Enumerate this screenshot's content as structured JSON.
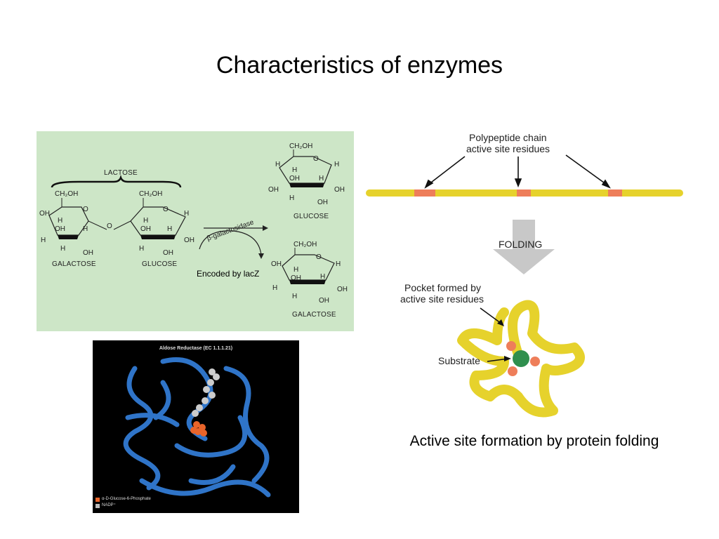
{
  "slide": {
    "title": "Characteristics of enzymes",
    "caption": "Active site formation by protein folding"
  },
  "lactose_diagram": {
    "lactose_label": "LACTOSE",
    "galactose_label": "GALACTOSE",
    "glucose_label": "GLUCOSE",
    "enzyme_label": "β-galactosidase",
    "encoded_label": "Encoded by lacZ",
    "product_glucose_label": "GLUCOSE",
    "product_galactose_label": "GALACTOSE",
    "ch2oh": "CH₂OH",
    "oh": "OH",
    "h": "H",
    "o": "O"
  },
  "protein_image": {
    "title": "Aldose Reductase (EC 1.1.1.21)",
    "legend": [
      {
        "label": "α-D-Glucose-6-Phosphate",
        "color": "#e8642a"
      },
      {
        "label": "NADP⁺",
        "color": "#bbbbbb"
      }
    ]
  },
  "folding_diagram": {
    "chain_label_1": "Polypeptide chain",
    "chain_label_2": "active site residues",
    "folding_label": "FOLDING",
    "pocket_label_1": "Pocket formed by",
    "pocket_label_2": "active site residues",
    "substrate_label": "Substrate"
  },
  "colors": {
    "panel_bg": "#cde6c7",
    "chain_yellow": "#e6d22c",
    "active_site": "#ee7e5a",
    "substrate": "#2f8f4e",
    "protein_blue": "#2f74c8"
  }
}
